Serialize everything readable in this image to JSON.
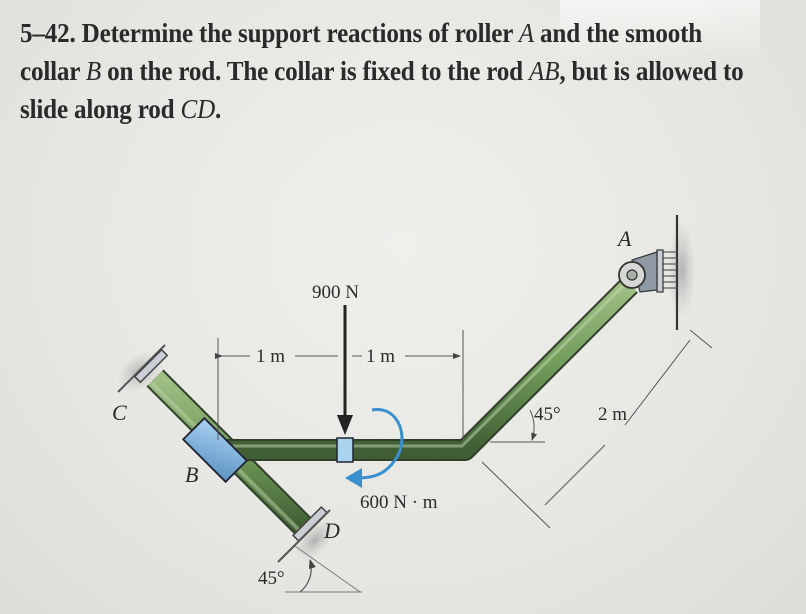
{
  "problem": {
    "number": "5–42.",
    "line1_a": "Determine the support reactions of roller ",
    "point_A": "A",
    "line1_b": " and the smooth collar ",
    "point_B": "B",
    "line1_c": " on the rod. The collar is fixed to the rod ",
    "rod_AB": "AB",
    "line1_d": ", but is allowed to slide along rod ",
    "rod_CD": "CD",
    "line1_e": "."
  },
  "figure": {
    "labels": {
      "A": "A",
      "B": "B",
      "C": "C",
      "D": "D"
    },
    "force": "900 N",
    "moment": "600 N · m",
    "dim_left": "1 m",
    "dim_right": "1 m",
    "angle_upper": "45°",
    "dim_incline": "2 m",
    "angle_lower": "45°"
  },
  "colors": {
    "rod": "#6f9a57",
    "rod_dark": "#3f5e34",
    "collar": "#6fa6d6",
    "moment_arrow": "#3a8fcf",
    "support": "#8f99a3"
  }
}
